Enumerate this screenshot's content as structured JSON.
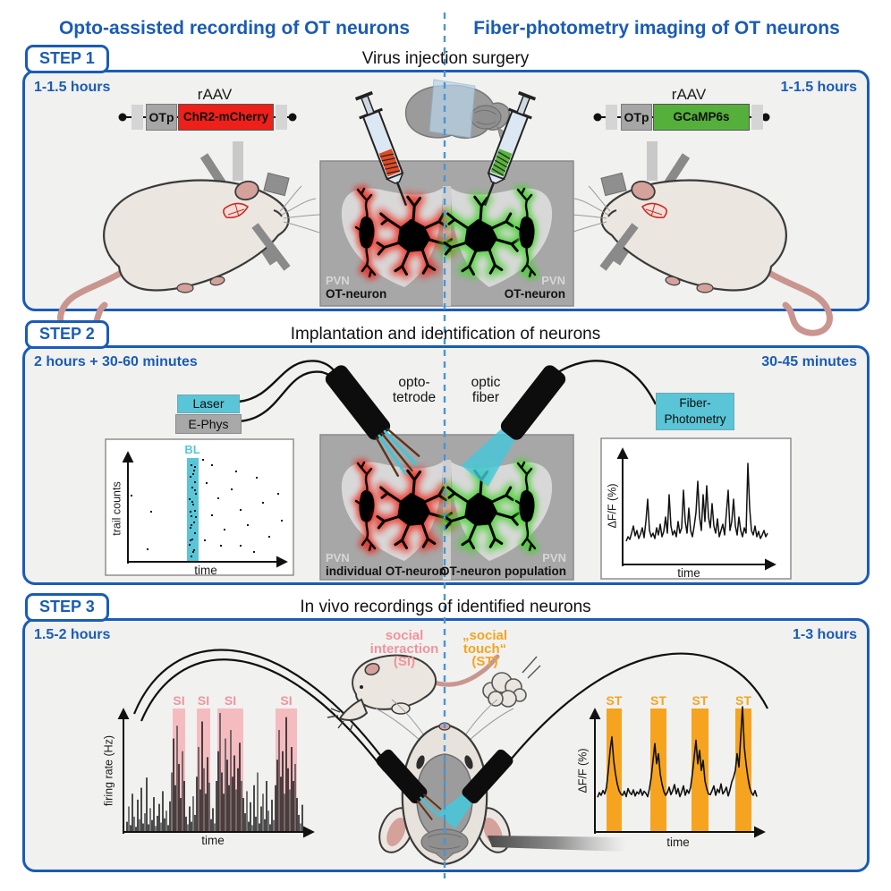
{
  "colors": {
    "accent": "#1a5cb5",
    "dash": "#4e94d0",
    "cyan": "#59c5d7",
    "red_gene": "#ee2019",
    "green_gene": "#55b03b",
    "neuron_red": "#ee2a1d",
    "neuron_green": "#43d32b",
    "pink_bar": "#f5bcc0",
    "pink_text": "#f0949e",
    "orange": "#f6a41f"
  },
  "header": {
    "left_title": "Opto-assisted recording of OT neurons",
    "right_title": "Fiber-photometry imaging of OT neurons"
  },
  "step1": {
    "tab": "STEP 1",
    "title": "Virus injection surgery",
    "left_duration": "1-1.5 hours",
    "right_duration": "1-1.5 hours",
    "left_construct": {
      "label": "rAAV",
      "promoter": "OTp",
      "gene": "ChR2-mCherry"
    },
    "right_construct": {
      "label": "rAAV",
      "promoter": "OTp",
      "gene": "GCaMP6s"
    },
    "left_region": {
      "region": "PVN",
      "cell": "OT-neuron"
    },
    "right_region": {
      "region": "PVN",
      "cell": "OT-neuron"
    }
  },
  "step2": {
    "tab": "STEP 2",
    "title": "Implantation and identification of neurons",
    "left_duration": "2 hours + 30-60 minutes",
    "right_duration": "30-45 minutes",
    "laser_label": "Laser",
    "ephys_label": "E-Phys",
    "optotetrode_line1": "opto-",
    "optotetrode_line2": "tetrode",
    "opticfiber_line1": "optic",
    "opticfiber_line2": "fiber",
    "photometry_line1": "Fiber-",
    "photometry_line2": "Photometry",
    "left_region": {
      "region": "PVN",
      "cell": "individual OT-neuron"
    },
    "right_region": {
      "region": "PVN",
      "cell": "OT-neuron population"
    },
    "left_plot": {
      "ylabel": "trail counts",
      "xlabel": "time",
      "marker_label": "BL",
      "dots_in": [
        [
          4,
          6
        ],
        [
          7,
          12
        ],
        [
          3,
          19
        ],
        [
          8,
          25
        ],
        [
          5,
          31
        ],
        [
          9,
          38
        ],
        [
          2,
          44
        ],
        [
          6,
          50
        ],
        [
          8,
          57
        ],
        [
          4,
          63
        ],
        [
          7,
          70
        ],
        [
          3,
          76
        ],
        [
          8,
          82
        ],
        [
          5,
          89
        ],
        [
          2,
          95
        ],
        [
          7,
          101
        ],
        [
          4,
          108
        ],
        [
          6,
          16
        ],
        [
          3,
          58
        ],
        [
          8,
          34
        ],
        [
          5,
          47
        ],
        [
          9,
          64
        ],
        [
          3,
          90
        ],
        [
          6,
          103
        ],
        [
          8,
          8
        ],
        [
          4,
          73
        ]
      ],
      "dots_out": [
        [
          28,
          62
        ],
        [
          50,
          80
        ],
        [
          46,
          122
        ],
        [
          118,
          28
        ],
        [
          112,
          48
        ],
        [
          125,
          65
        ],
        [
          118,
          84
        ],
        [
          132,
          100
        ],
        [
          140,
          55
        ],
        [
          150,
          78
        ],
        [
          158,
          95
        ],
        [
          168,
          42
        ],
        [
          175,
          70
        ],
        [
          182,
          108
        ],
        [
          150,
          118
        ],
        [
          128,
          118
        ],
        [
          110,
          112
        ],
        [
          192,
          60
        ],
        [
          196,
          90
        ],
        [
          145,
          35
        ],
        [
          108,
          22
        ],
        [
          165,
          125
        ]
      ]
    },
    "right_plot": {
      "ylabel": "ΔF/F (%)",
      "xlabel": "time",
      "trace": [
        3,
        8,
        5,
        12,
        20,
        9,
        15,
        6,
        11,
        18,
        7,
        25,
        50,
        15,
        8,
        12,
        6,
        18,
        10,
        22,
        8,
        14,
        30,
        12,
        55,
        20,
        10,
        15,
        8,
        25,
        12,
        18,
        60,
        25,
        12,
        40,
        15,
        8,
        20,
        35,
        70,
        30,
        15,
        55,
        25,
        65,
        30,
        18,
        45,
        20,
        12,
        28,
        8,
        15,
        22,
        10,
        35,
        60,
        15,
        25,
        50,
        20,
        10,
        30,
        15,
        8,
        18,
        12,
        90,
        40,
        15,
        10,
        20,
        8,
        14,
        6,
        10,
        15,
        8,
        12
      ]
    }
  },
  "step3": {
    "tab": "STEP 3",
    "title": "In vivo recordings of identified neurons",
    "left_duration": "1.5-2 hours",
    "right_duration": "1-3 hours",
    "si_block": {
      "line1": "social",
      "line2": "interaction",
      "line3": "(SI)"
    },
    "st_block": {
      "line1": "„social",
      "line2": "touch“",
      "line3": "(ST)"
    },
    "left_plot": {
      "ylabel": "firing rate (Hz)",
      "xlabel": "time",
      "event_label": "SI",
      "bars": [
        [
          193,
          14
        ],
        [
          220,
          15
        ],
        [
          243,
          29
        ],
        [
          308,
          24
        ]
      ],
      "spikes": [
        12,
        30,
        8,
        45,
        18,
        6,
        38,
        15,
        52,
        10,
        22,
        64,
        9,
        28,
        14,
        41,
        7,
        19,
        33,
        11,
        48,
        16,
        25,
        8,
        36,
        70,
        110,
        55,
        125,
        80,
        40,
        95,
        60,
        18,
        9,
        30,
        12,
        42,
        20,
        65,
        100,
        50,
        130,
        75,
        45,
        88,
        58,
        15,
        28,
        10,
        60,
        95,
        140,
        70,
        45,
        110,
        85,
        55,
        120,
        65,
        90,
        50,
        75,
        105,
        60,
        40,
        22,
        48,
        12,
        35,
        8,
        55,
        18,
        70,
        10,
        30,
        45,
        15,
        60,
        25,
        9,
        38,
        14,
        55,
        85,
        120,
        65,
        95,
        45,
        135,
        75,
        50,
        100,
        60,
        80,
        40,
        20,
        10,
        32,
        6
      ]
    },
    "right_plot": {
      "ylabel": "ΔF/F (%)",
      "xlabel": "time",
      "event_label": "ST",
      "bars": [
        [
          678,
          17
        ],
        [
          727,
          18
        ],
        [
          773,
          19
        ],
        [
          822,
          18
        ]
      ],
      "trace": [
        5,
        12,
        8,
        15,
        10,
        20,
        45,
        75,
        95,
        60,
        40,
        25,
        15,
        10,
        8,
        14,
        6,
        18,
        12,
        9,
        16,
        7,
        13,
        10,
        17,
        8,
        14,
        11,
        6,
        18,
        35,
        60,
        85,
        55,
        70,
        40,
        25,
        14,
        8,
        12,
        20,
        9,
        15,
        24,
        10,
        18,
        6,
        13,
        22,
        8,
        16,
        11,
        20,
        40,
        65,
        90,
        55,
        75,
        45,
        60,
        30,
        18,
        10,
        9,
        15,
        22,
        8,
        17,
        12,
        25,
        10,
        14,
        20,
        7,
        16,
        28,
        35,
        45,
        70,
        50,
        95,
        140,
        80,
        55,
        35,
        20,
        12,
        8,
        15,
        6
      ]
    }
  }
}
